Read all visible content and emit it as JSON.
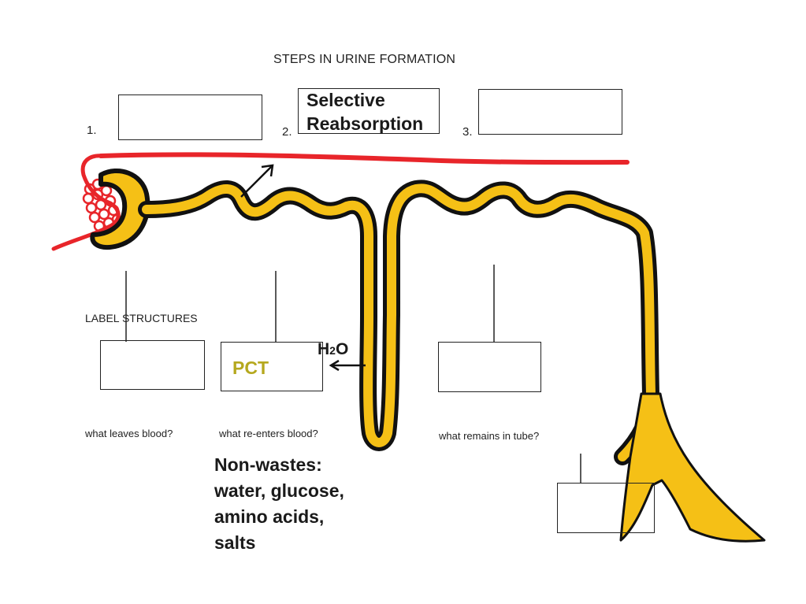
{
  "title": "STEPS IN URINE FORMATION",
  "steps": {
    "n1": "1.",
    "n2": "2.",
    "n3": "3.",
    "step2_line1": "Selective",
    "step2_line2": "Reabsorption"
  },
  "label_structures": "LABEL STRUCTURES",
  "pct": "PCT",
  "water": {
    "h": "H",
    "sub": "2",
    "o": "O"
  },
  "questions": {
    "leaves": "what leaves blood?",
    "reenters": "what re-enters blood?",
    "remains": "what remains in tube?"
  },
  "nonwastes": {
    "l1": "Non-wastes:",
    "l2": "water, glucose,",
    "l3": "amino acids,",
    "l4": "salts"
  },
  "colors": {
    "tubule_fill": "#f5c016",
    "tubule_outline": "#111111",
    "capillary": "#e8252a",
    "pct_text": "#b5a81e"
  }
}
